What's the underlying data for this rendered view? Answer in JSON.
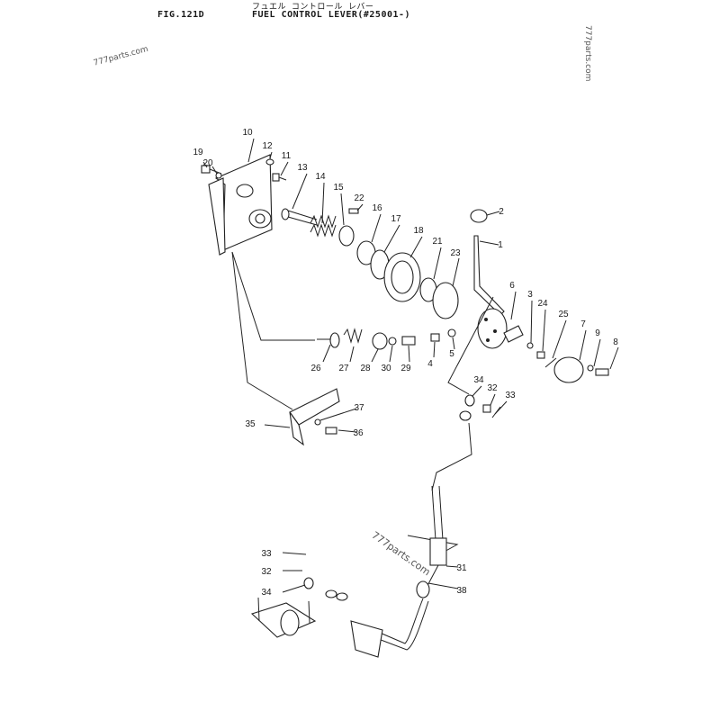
{
  "header": {
    "fig_no": "FIG.121D",
    "title_jp": "フュエル コントロール レバー",
    "title": "FUEL CONTROL LEVER(#25001-)"
  },
  "watermarks": [
    "777parts.com",
    "777parts.com",
    "777parts.com"
  ],
  "callouts": [
    "19",
    "20",
    "10",
    "12",
    "11",
    "13",
    "14",
    "15",
    "22",
    "16",
    "17",
    "18",
    "21",
    "23",
    "2",
    "1",
    "6",
    "3",
    "24",
    "25",
    "7",
    "9",
    "8",
    "26",
    "27",
    "28",
    "30",
    "29",
    "4",
    "5",
    "34",
    "32",
    "33",
    "35",
    "37",
    "36",
    "33",
    "32",
    "34",
    "31",
    "38"
  ]
}
